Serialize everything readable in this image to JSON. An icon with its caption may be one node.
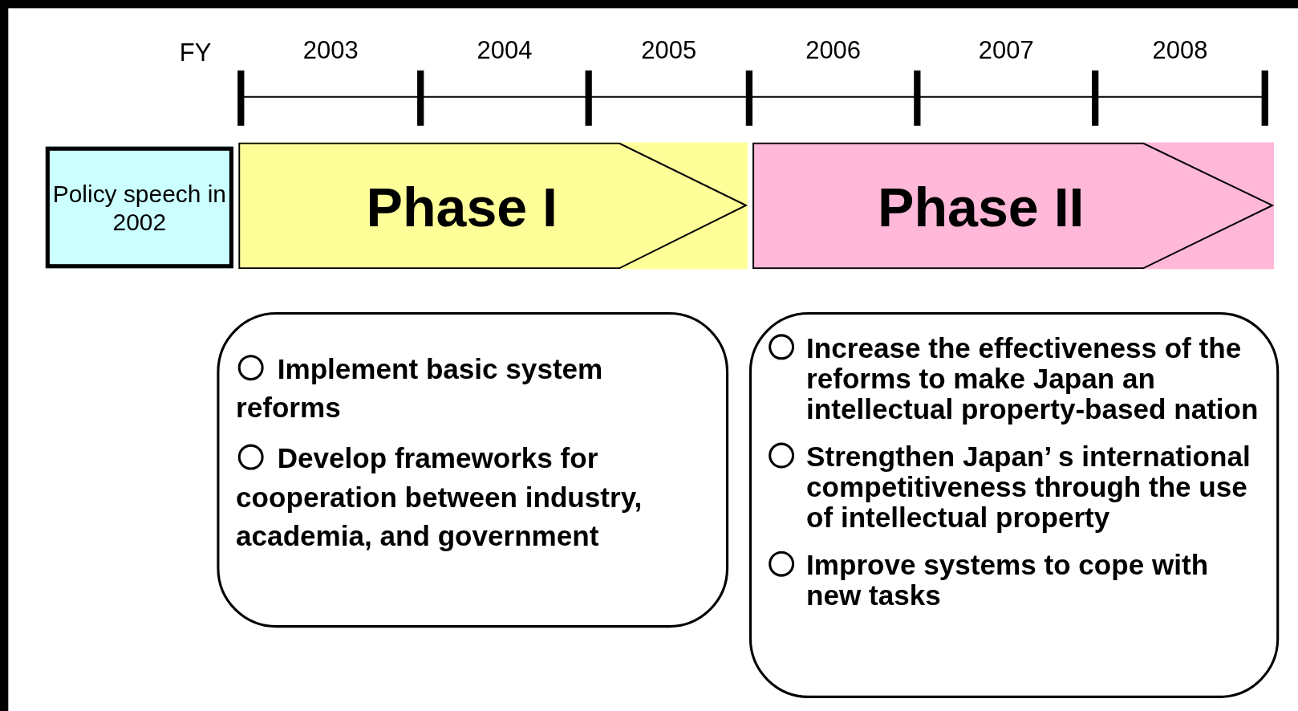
{
  "diagram": {
    "nodes": [
      {
        "text": [
          "Policy speech in 2002"
        ]
      },
      {
        "text": [
          "Phase I"
        ]
      },
      {
        "text": [
          "Phase II"
        ]
      },
      {
        "text": [
          "Implement basic system reforms",
          "Develop frameworks for cooperation between industry, academia, and government"
        ]
      },
      {
        "text": [
          "Increase the effectiveness of the reforms to make Japan an intellectual property-based nation",
          "Strengthen Japan’ s international competitiveness through the use of intellectual property",
          "Improve systems to cope with new tasks"
        ]
      }
    ],
    "edges": [],
    "labels": [
      "FY",
      "2003",
      "2004",
      "2005",
      "2006",
      "2007",
      "2008"
    ]
  }
}
